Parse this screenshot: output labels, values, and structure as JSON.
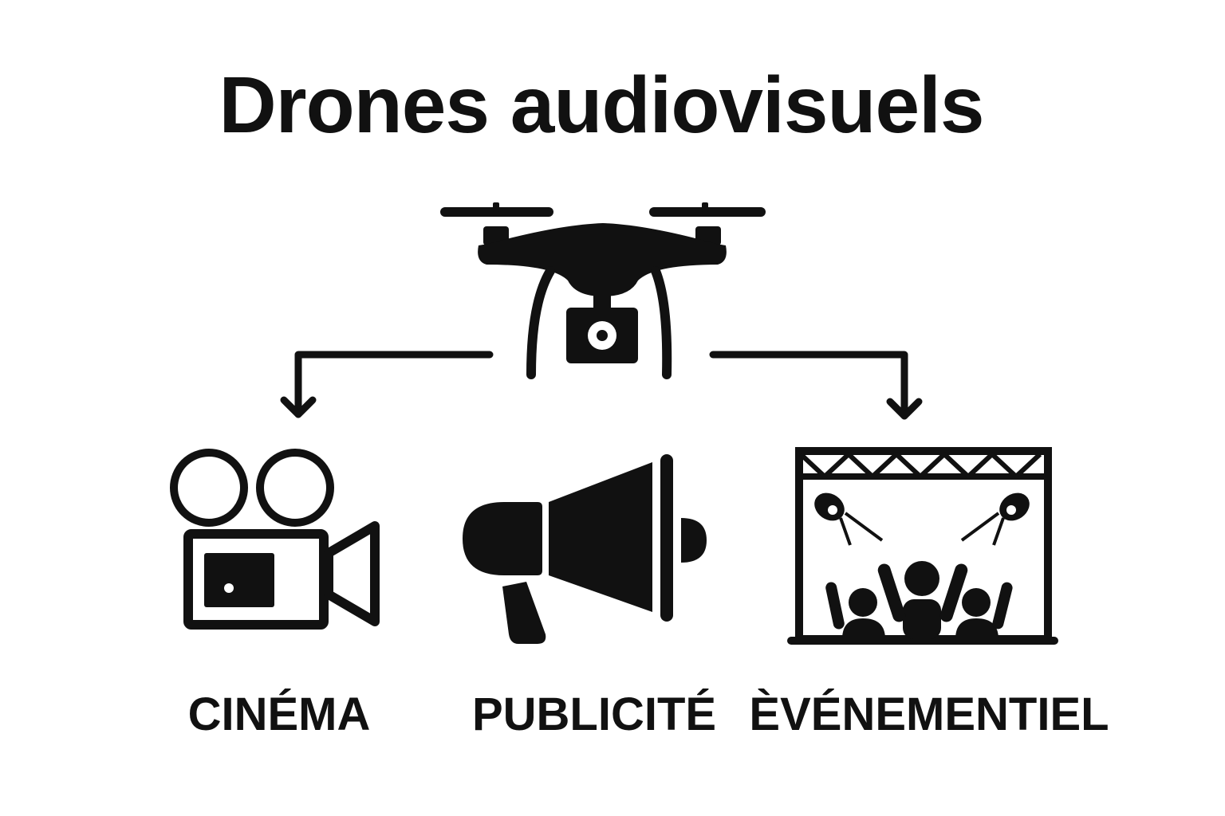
{
  "title": "Drones audiovisuels",
  "labels": {
    "cinema": "CINÉMA",
    "publicite": "PUBLICITÉ",
    "evenementiel": "ÈVÉNEMENTIEL"
  },
  "icons": {
    "center": "drone-camera-icon",
    "left": "movie-camera-icon",
    "middle": "megaphone-icon",
    "right": "concert-stage-icon"
  },
  "colors": {
    "ink": "#111111",
    "background": "#ffffff"
  }
}
